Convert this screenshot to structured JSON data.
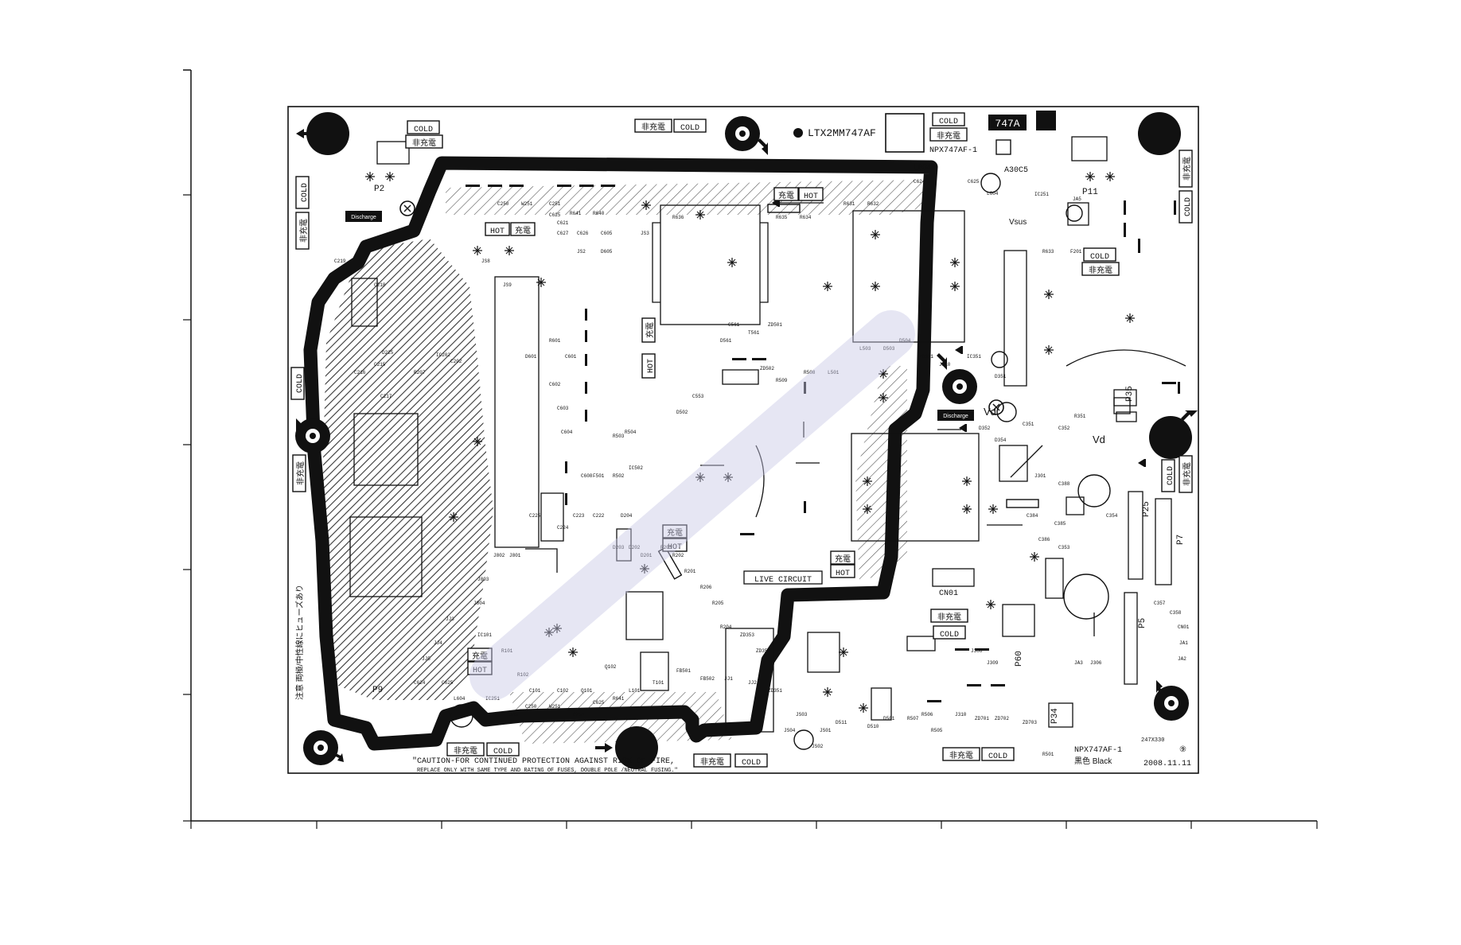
{
  "board": {
    "part_number": "LTX2MM747AF",
    "board_code": "747A",
    "board_name": "NPX747AF-1",
    "version_mark": "A30C5",
    "bottom_name": "NPX747AF-1",
    "color_note": "黒色 Black",
    "date": "2008.11.11",
    "size": "247X330",
    "live_circuit": "LIVE CIRCUIT",
    "caution_line1": "\"CAUTION-FOR CONTINUED PROTECTION AGAINST RISK OF FIRE,",
    "caution_line2": "REPLACE ONLY WITH SAME TYPE AND RATING OF FUSES, DOUBLE POLE /NEUTRAL FUSING.\"",
    "side_note": "注意 両極/中性線にヒューズあり",
    "discharge": "Discharge",
    "vd_label": "Vd",
    "vsus_label": "Vsus"
  },
  "zone_labels": {
    "cold": "COLD",
    "hot": "HOT",
    "non_charged": "非充電",
    "charged": "充電"
  },
  "connectors": [
    "P2",
    "P11",
    "P35",
    "P25",
    "P7",
    "P5",
    "P34",
    "P60",
    "P9",
    "CN01"
  ],
  "components": [
    "C624",
    "C625",
    "L604",
    "IC251",
    "JA5",
    "C250",
    "W251",
    "C251",
    "C625",
    "R641",
    "R640",
    "C621",
    "C627",
    "C626",
    "C605",
    "D605",
    "JS2",
    "JS3",
    "R636",
    "R635",
    "R634",
    "R631",
    "R632",
    "R633",
    "F201",
    "C219",
    "C218",
    "D225",
    "C215",
    "C216",
    "C217",
    "R207",
    "IC202",
    "C202",
    "JS8",
    "JS9",
    "D601",
    "R601",
    "C601",
    "C602",
    "C603",
    "C604",
    "C608",
    "F501",
    "R503",
    "R502",
    "R504",
    "IC502",
    "D502",
    "C553",
    "C561",
    "D561",
    "T561",
    "ZD501",
    "ZD502",
    "R509",
    "R508",
    "L501",
    "L503",
    "D503",
    "D504",
    "IC301",
    "JS10",
    "IC351",
    "D351",
    "D352",
    "D354",
    "C351",
    "C352",
    "R351",
    "J301",
    "C388",
    "C384",
    "C385",
    "C386",
    "C353",
    "C354",
    "C357",
    "C358",
    "CN01",
    "JA1",
    "JA2",
    "JA3",
    "J306",
    "J308",
    "J309",
    "J310",
    "ZD701",
    "ZD702",
    "ZD703",
    "R501",
    "R505",
    "R506",
    "R507",
    "D501",
    "D510",
    "D511",
    "JS01",
    "JS02",
    "JS03",
    "JS04",
    "ZD351",
    "ZD352",
    "ZD353",
    "R204",
    "R205",
    "R206",
    "R201",
    "R202",
    "R203",
    "D201",
    "D202",
    "D203",
    "D204",
    "C222",
    "C223",
    "C224",
    "C225",
    "J801",
    "J802",
    "J803",
    "J804",
    "IC101",
    "R101",
    "R102",
    "C101",
    "C102",
    "Q101",
    "Q102",
    "L101",
    "T101",
    "FB501",
    "FB502",
    "JJ1",
    "JJ2",
    "JJ3",
    "JJ4",
    "JJ5"
  ],
  "colors": {
    "ink": "#111111",
    "background": "#ffffff",
    "watermark": "#c8c8e6"
  },
  "icons": [
    "mounting-hole-icon",
    "arrow-icon",
    "spark-gap-icon",
    "diode-icon",
    "fuse-icon"
  ]
}
